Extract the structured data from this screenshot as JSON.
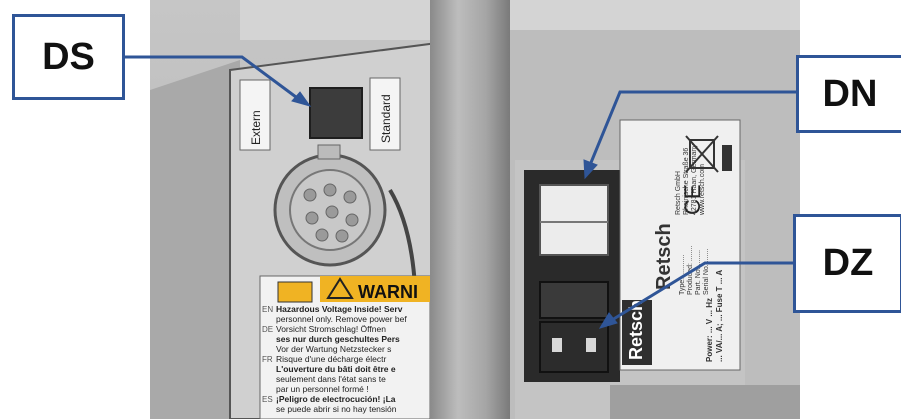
{
  "callouts": {
    "ds": "DS",
    "dn": "DN",
    "dz": "DZ"
  },
  "switch_labels": {
    "left": "Extern",
    "right": "Standard"
  },
  "warning": {
    "header": "WARNI",
    "lines": [
      {
        "lang": "EN",
        "text": "Hazardous Voltage Inside! Serv"
      },
      {
        "lang": "",
        "text": "personnel only. Remove power bef"
      },
      {
        "lang": "DE",
        "text": "Vorsicht Stromschlag! Öffnen"
      },
      {
        "lang": "",
        "text": "ses nur durch geschultes Pers"
      },
      {
        "lang": "",
        "text": "Vor der Wartung Netzstecker s"
      },
      {
        "lang": "FR",
        "text": "Risque d'une décharge électr"
      },
      {
        "lang": "",
        "text": "L'ouverture du bâti doit être e"
      },
      {
        "lang": "",
        "text": "seulement dans l'état sans te"
      },
      {
        "lang": "",
        "text": "par un personnel formé !"
      },
      {
        "lang": "ES",
        "text": "¡Peligro de electrocución! ¡La"
      },
      {
        "lang": "",
        "text": "se puede abrir si no hay tensión"
      }
    ]
  },
  "nameplate": {
    "brand_vertical": "Retsch",
    "company_lines": [
      "Retsch GmbH",
      "Rheinische Straße 36",
      "42781 Haan, Germany",
      "www.retsch.com"
    ],
    "field_lines": [
      "Type: ...........",
      "Produced: ........",
      "Part. No. ........",
      "Serial No. ......."
    ],
    "power_line_1": "Power: ... V ... Hz",
    "power_line_2": "... VA/... A; ... Fuse T ... A",
    "ce_mark": "CE",
    "watermark": "Retsch"
  },
  "colors": {
    "callout_border": "#2f5597",
    "arrow": "#2f5597",
    "warning_yellow": "#f0b323",
    "panel_grey": "#cfcfcf"
  }
}
